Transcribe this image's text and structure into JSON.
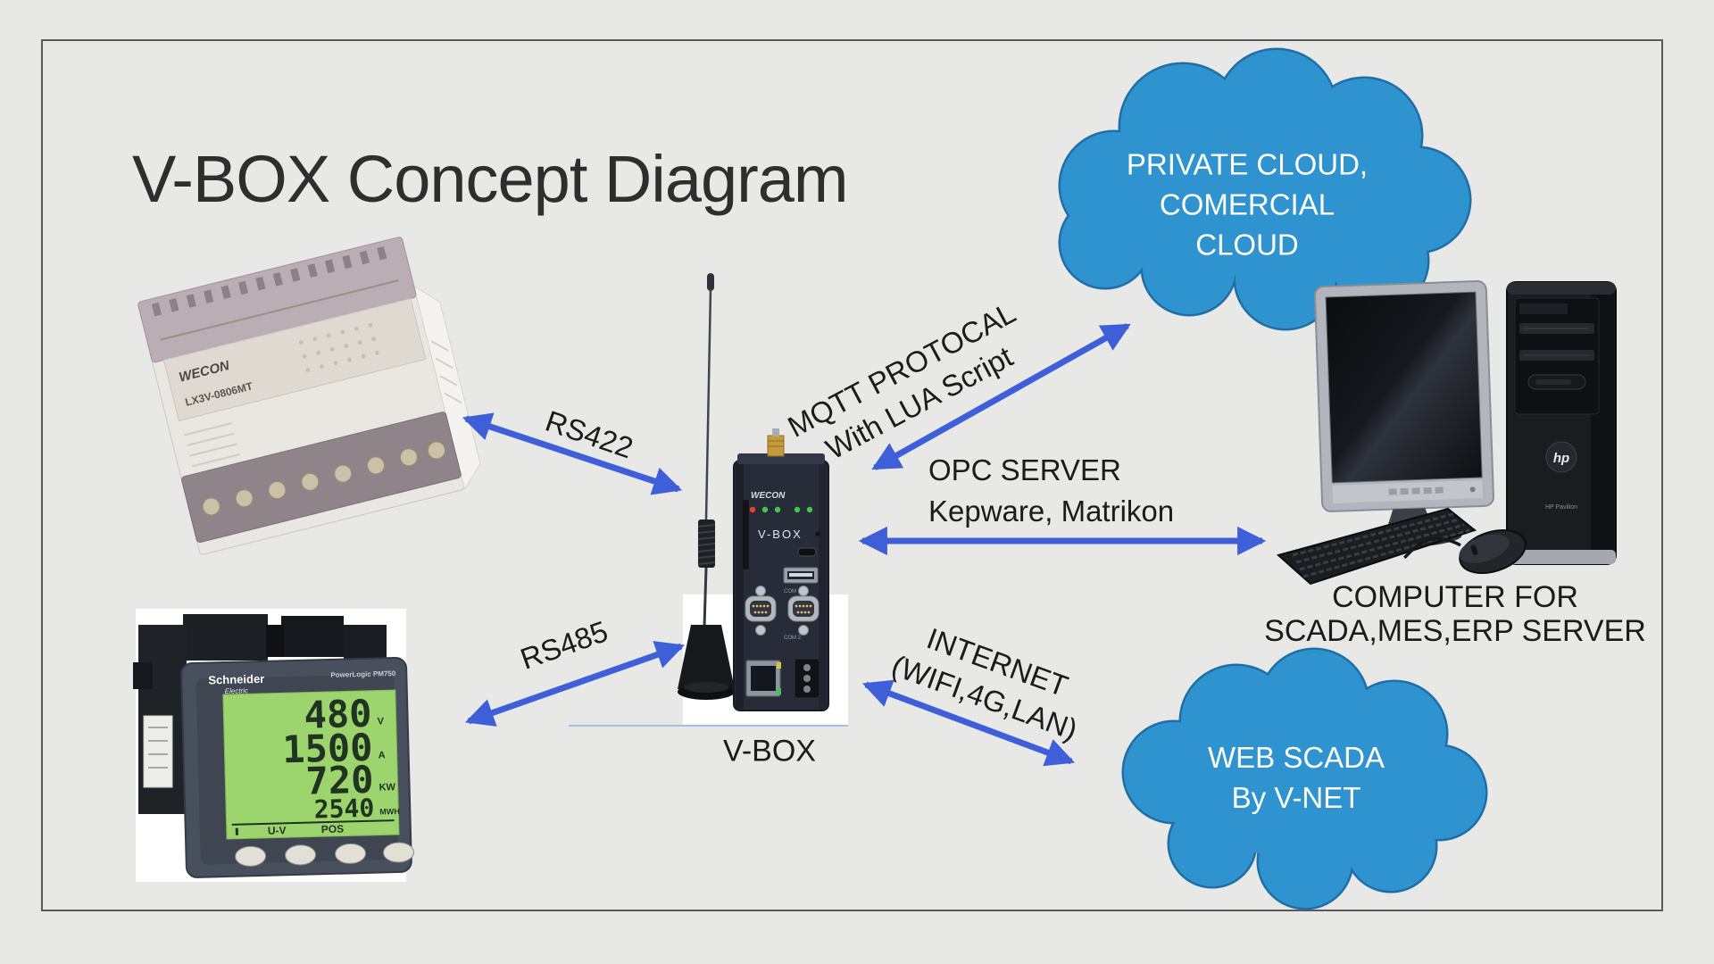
{
  "title": "V-BOX Concept Diagram",
  "connections": {
    "rs422": {
      "label": "RS422"
    },
    "rs485": {
      "label": "RS485"
    },
    "mqtt": {
      "line1": "MQTT PROTOCAL",
      "line2": "With LUA Script"
    },
    "opc": {
      "line1": "OPC SERVER",
      "line2": "Kepware, Matrikon"
    },
    "internet": {
      "line1": "INTERNET",
      "line2": "(WIFI,4G,LAN)"
    }
  },
  "clouds": {
    "private_cloud": {
      "line1": "PRIVATE CLOUD,",
      "line2": "COMERCIAL",
      "line3": "CLOUD"
    },
    "web_scada": {
      "line1": "WEB SCADA",
      "line2": "By V-NET"
    }
  },
  "devices": {
    "plc": {
      "brand": "WECON",
      "model": "LX3V-0806MT"
    },
    "meter": {
      "brand_line1": "Schneider",
      "brand_line2": "Electric",
      "product": "PowerLogic PM750",
      "readings": [
        {
          "value": "480",
          "unit": "V"
        },
        {
          "value": "1500",
          "unit": "A"
        },
        {
          "value": "720",
          "unit": "KW"
        },
        {
          "value": "2540",
          "unit": "MWH"
        }
      ],
      "status_left": "U-V",
      "status_right": "POS"
    },
    "vbox": {
      "brand": "WECON",
      "panel_label": "V-BOX",
      "caption": "V-BOX",
      "com1": "COM 1",
      "com2": "COM 2"
    },
    "computer": {
      "caption_line1": "COMPUTER FOR",
      "caption_line2": "SCADA,MES,ERP SERVER",
      "logo": "hp",
      "tower_text": "HP Pavilion"
    }
  },
  "colors": {
    "background": "#E8E8E7",
    "arrow": "#3E5FD8",
    "cloud_fill": "#2E93CF",
    "cloud_stroke": "#1F6FA6",
    "title_text": "#2E2E2E",
    "label_text": "#1B1B1B",
    "cloud_text": "#FFFFFF"
  }
}
